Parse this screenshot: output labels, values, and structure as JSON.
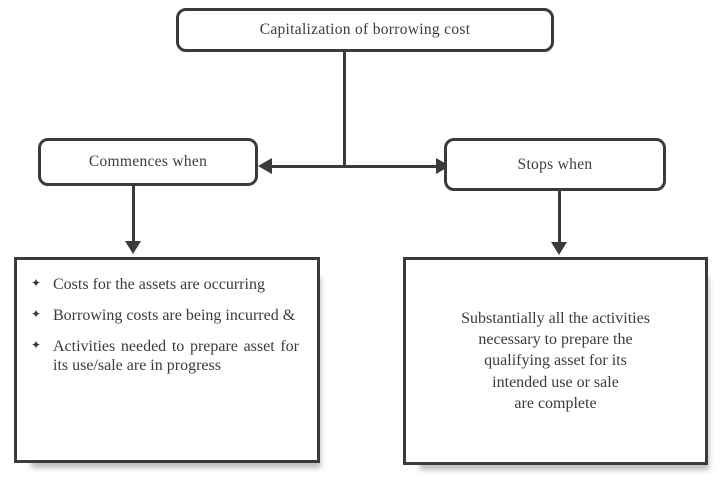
{
  "flowchart": {
    "root": {
      "label": "Capitalization of borrowing cost"
    },
    "left_branch": {
      "label": "Commences when"
    },
    "right_branch": {
      "label": "Stops when"
    },
    "left_detail": {
      "bullet_glyph": "✦",
      "items": [
        "Costs for the assets are occurring",
        "Borrowing costs are being incurred &",
        "Activities needed to prepare asset for its use/sale are in progress"
      ]
    },
    "right_detail": {
      "lines": [
        "Substantially all the activities",
        "necessary to prepare the",
        "qualifying asset for its",
        "intended use or sale",
        "are complete"
      ]
    },
    "colors": {
      "border": "#3b3b3b",
      "text": "#3b3b3b",
      "background": "#ffffff"
    }
  }
}
